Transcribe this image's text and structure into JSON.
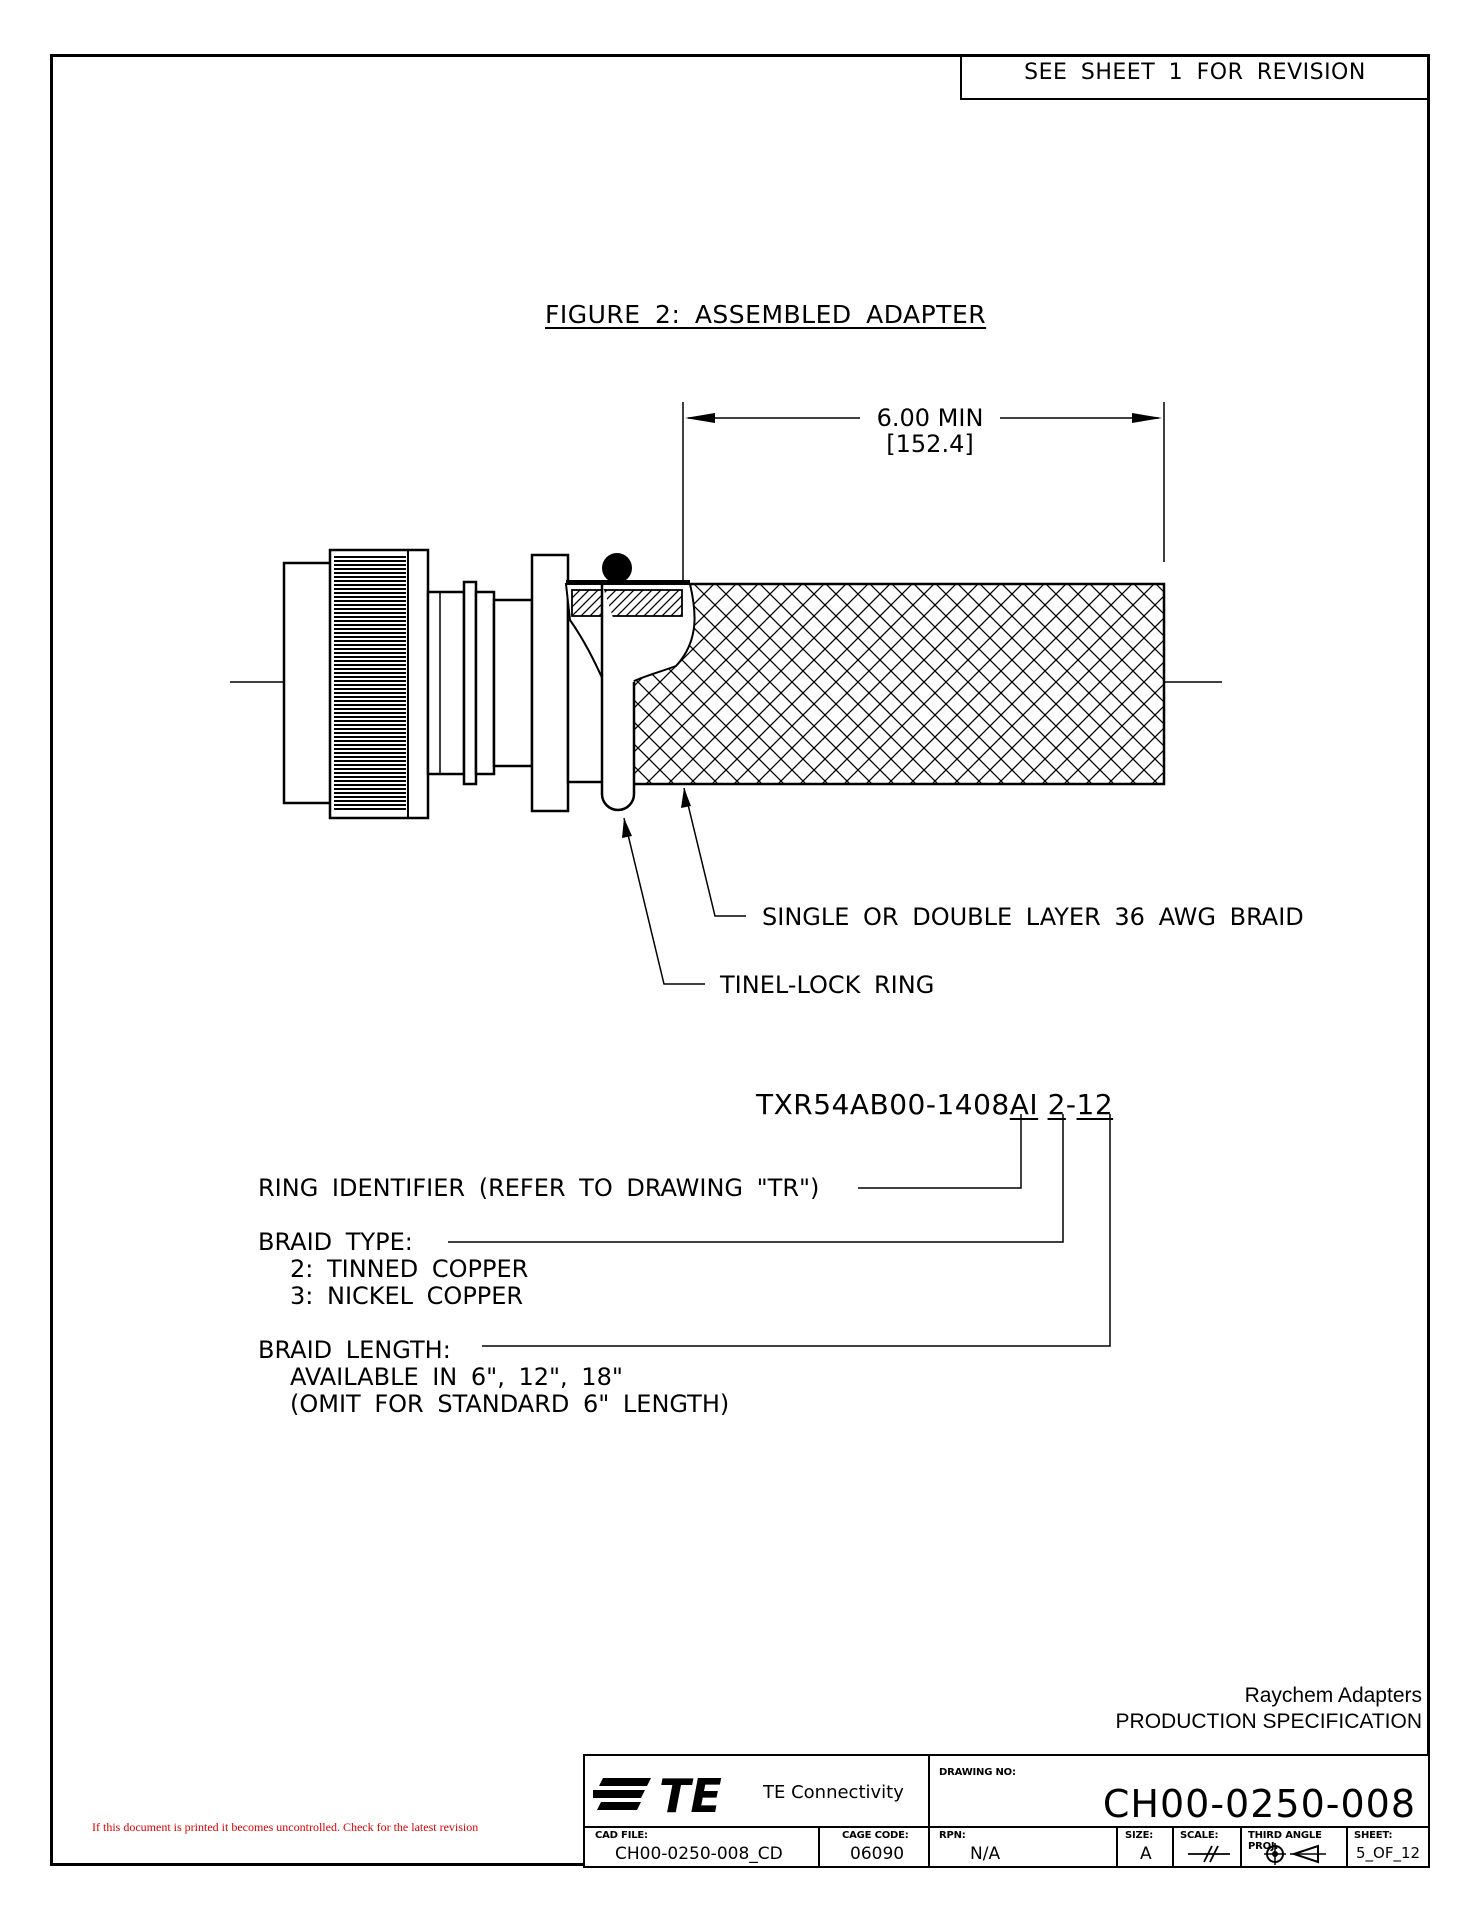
{
  "revision_note": "SEE SHEET 1 FOR REVISION",
  "figure_title": "FIGURE 2: ASSEMBLED ADAPTER",
  "dimension": {
    "value": "6.00 MIN",
    "metric": "[152.4]"
  },
  "callouts": {
    "braid": "SINGLE OR DOUBLE LAYER 36 AWG BRAID",
    "ring": "TINEL-LOCK RING"
  },
  "part_number": {
    "base": "TXR54AB00-1408",
    "ring_code": "AI",
    "braid_code": "2",
    "separator": "-",
    "length_code": "12"
  },
  "legend": {
    "ring_identifier": "RING IDENTIFIER (REFER TO DRAWING \"TR\")",
    "braid_type_heading": "BRAID TYPE:",
    "braid_type_options": [
      "2: TINNED COPPER",
      "3: NICKEL COPPER"
    ],
    "braid_length_heading": "BRAID LENGTH:",
    "braid_length_lines": [
      "AVAILABLE IN 6\", 12\", 18\"",
      "(OMIT FOR STANDARD 6\" LENGTH)"
    ]
  },
  "product": {
    "brand": "Raychem Adapters",
    "spec": "PRODUCTION SPECIFICATION"
  },
  "disclaimer": "If this document is printed it becomes uncontrolled.  Check for the latest revision",
  "title_block": {
    "company": "TE Connectivity",
    "logo_text": "TE",
    "drawing_no_label": "DRAWING NO:",
    "drawing_no": "CH00-0250-008",
    "cad_file_label": "CAD FILE:",
    "cad_file": "CH00-0250-008_CD",
    "cage_code_label": "CAGE CODE:",
    "cage_code": "06090",
    "rpn_label": "RPN:",
    "rpn": "N/A",
    "size_label": "SIZE:",
    "size": "A",
    "scale_label": "SCALE:",
    "projection_label": "THIRD ANGLE PROJ.",
    "sheet_label": "SHEET:",
    "sheet": "5_OF_12"
  }
}
